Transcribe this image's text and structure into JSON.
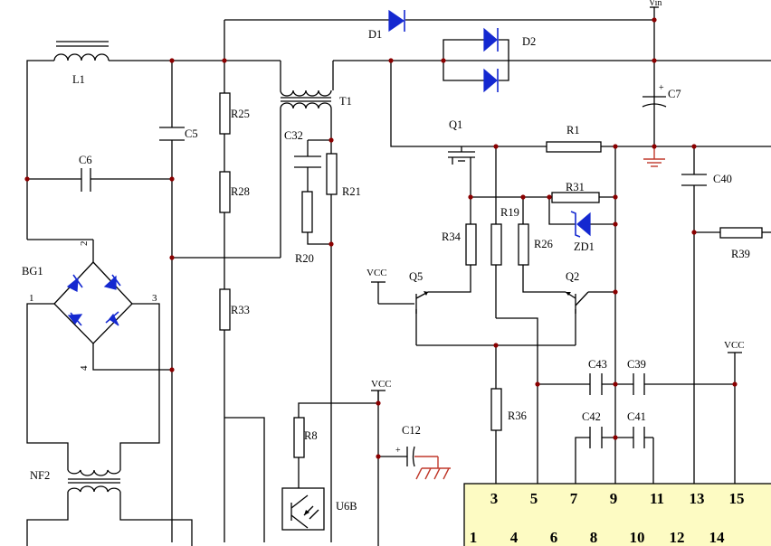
{
  "labels": {
    "D1": "D1",
    "D2": "D2",
    "Vin": "Vin",
    "C7": "C7",
    "L1": "L1",
    "T1": "T1",
    "C5": "C5",
    "C6": "C6",
    "R25": "R25",
    "R28": "R28",
    "R33": "R33",
    "C32": "C32",
    "R21": "R21",
    "R20": "R20",
    "Q1": "Q1",
    "R1": "R1",
    "C40": "C40",
    "R31": "R31",
    "R19": "R19",
    "R34": "R34",
    "R26": "R26",
    "ZD1": "ZD1",
    "R39": "R39",
    "BG1": "BG1",
    "VCC": "VCC",
    "Q5": "Q5",
    "Q2": "Q2",
    "C43": "C43",
    "C39": "C39",
    "R36": "R36",
    "C42": "C42",
    "C41": "C41",
    "C12": "C12",
    "R8": "R8",
    "U6B": "U6B",
    "NF2": "NF2",
    "bg_pin1": "1",
    "bg_pin2": "2",
    "bg_pin3": "3",
    "bg_pin4": "4",
    "plus": "+"
  },
  "ic_pins_top": [
    "3",
    "5",
    "7",
    "9",
    "11",
    "13",
    "15"
  ],
  "ic_pins_bottom": [
    "1",
    "4",
    "6",
    "8",
    "10",
    "12",
    "14"
  ],
  "colors": {
    "wire": "#000000",
    "semiconductor": "#1428d0",
    "junction": "#8b0000",
    "ground": "#c0392b",
    "ic_fill": "#fdfbc3"
  }
}
